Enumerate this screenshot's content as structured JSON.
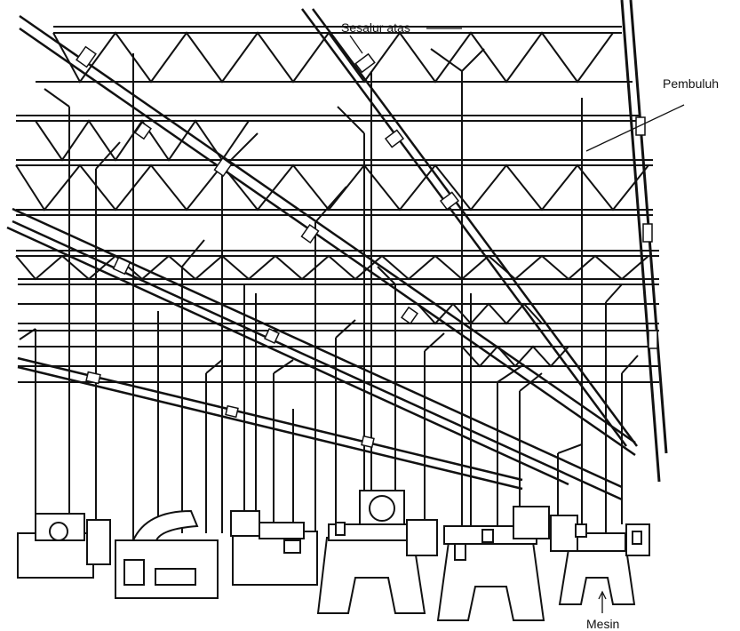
{
  "diagram": {
    "labels": {
      "overhead_duct": "Sesalur atas",
      "pipe": "Pembuluh",
      "machine": "Mesin"
    },
    "colors": {
      "ink": "#111111",
      "paper": "#ffffff"
    }
  }
}
